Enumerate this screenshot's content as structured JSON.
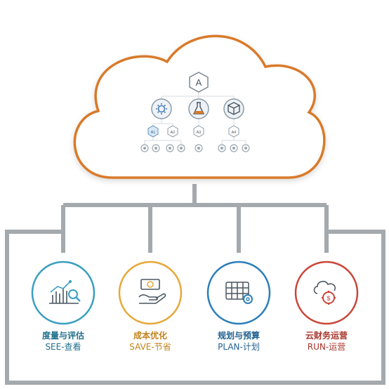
{
  "cloud": {
    "root_label": "A",
    "level2_labels": [
      "A1",
      "A2",
      "A3",
      "A4"
    ]
  },
  "cards": [
    {
      "title": "度量与评估",
      "subtitle": "SEE-查看",
      "accent": "#3a9fbf",
      "title_color": "#1f6f8b",
      "icon": "chart-magnifier-icon"
    },
    {
      "title": "成本优化",
      "subtitle": "SAVE-节省",
      "accent": "#e6a83a",
      "title_color": "#c2831a",
      "icon": "hand-money-icon"
    },
    {
      "title": "规划与预算",
      "subtitle": "PLAN-计划",
      "accent": "#2c7fb8",
      "title_color": "#1f5f8f",
      "icon": "blueprint-gear-icon"
    },
    {
      "title": "云财务运营",
      "subtitle": "RUN-运营",
      "accent": "#c9473a",
      "title_color": "#a8352a",
      "icon": "cloud-dollar-gear-icon"
    }
  ],
  "colors": {
    "cloud_stroke": "#d97a2b",
    "connector": "#9aa0a6",
    "node_stroke": "#8a9aa6"
  }
}
